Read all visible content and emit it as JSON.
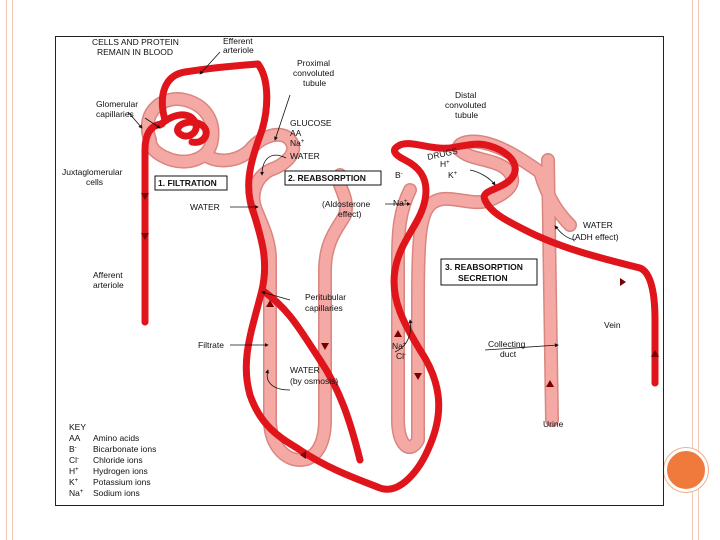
{
  "labels": {
    "cells_protein_1": "CELLS AND PROTEIN",
    "cells_protein_2": "REMAIN IN BLOOD",
    "efferent_1": "Efferent",
    "efferent_2": "arteriole",
    "proximal_1": "Proximal",
    "proximal_2": "convoluted",
    "proximal_3": "tubule",
    "distal_1": "Distal",
    "distal_2": "convoluted",
    "distal_3": "tubule",
    "glom_1": "Glomerular",
    "glom_2": "capillaries",
    "glucose": "GLUCOSE",
    "aa": "AA",
    "na": "Na",
    "na_sup": "+",
    "water": "WATER",
    "juxta_1": "Juxtaglomerular",
    "juxta_2": "cells",
    "drugs": "DRUGS",
    "h": "H",
    "h_sup": "+",
    "k": "K",
    "k_sup": "+",
    "b": "B",
    "b_sup": "-",
    "aldo_1": "(Aldosterone",
    "aldo_2": "effect)",
    "na2": "Na",
    "na2_sup": "+",
    "water2": "WATER",
    "water_adh_1": "WATER",
    "water_adh_2": "(ADH effect)",
    "afferent_1": "Afferent",
    "afferent_2": "arteriole",
    "peritubular_1": "Peritubular",
    "peritubular_2": "capillaries",
    "filtrate": "Filtrate",
    "na3": "Na",
    "na3_sup": "+",
    "cl3": "Cl",
    "cl3_sup": "-",
    "collecting_1": "Collecting",
    "collecting_2": "duct",
    "water_osm_1": "WATER",
    "water_osm_2": "(by osmosis)",
    "vein": "Vein",
    "urine": "Urine"
  },
  "boxes": {
    "filtration": "1. FILTRATION",
    "reabsorption": "2. REABSORPTION",
    "secretion_1": "3. REABSORPTION",
    "secretion_2": "SECRETION"
  },
  "key": {
    "title": "KEY",
    "items": [
      {
        "sym": "AA",
        "sup": "",
        "desc": "Amino acids"
      },
      {
        "sym": "B",
        "sup": "-",
        "desc": "Bicarbonate ions"
      },
      {
        "sym": "Cl",
        "sup": "-",
        "desc": "Chloride ions"
      },
      {
        "sym": "H",
        "sup": "+",
        "desc": "Hydrogen ions"
      },
      {
        "sym": "K",
        "sup": "+",
        "desc": "Potassium ions"
      },
      {
        "sym": "Na",
        "sup": "+",
        "desc": "Sodium ions"
      }
    ]
  },
  "colors": {
    "blood": "#e0141b",
    "tubule": "#f5a9a4",
    "tubule_edge": "#d98580",
    "accent": "#f07a3c"
  }
}
